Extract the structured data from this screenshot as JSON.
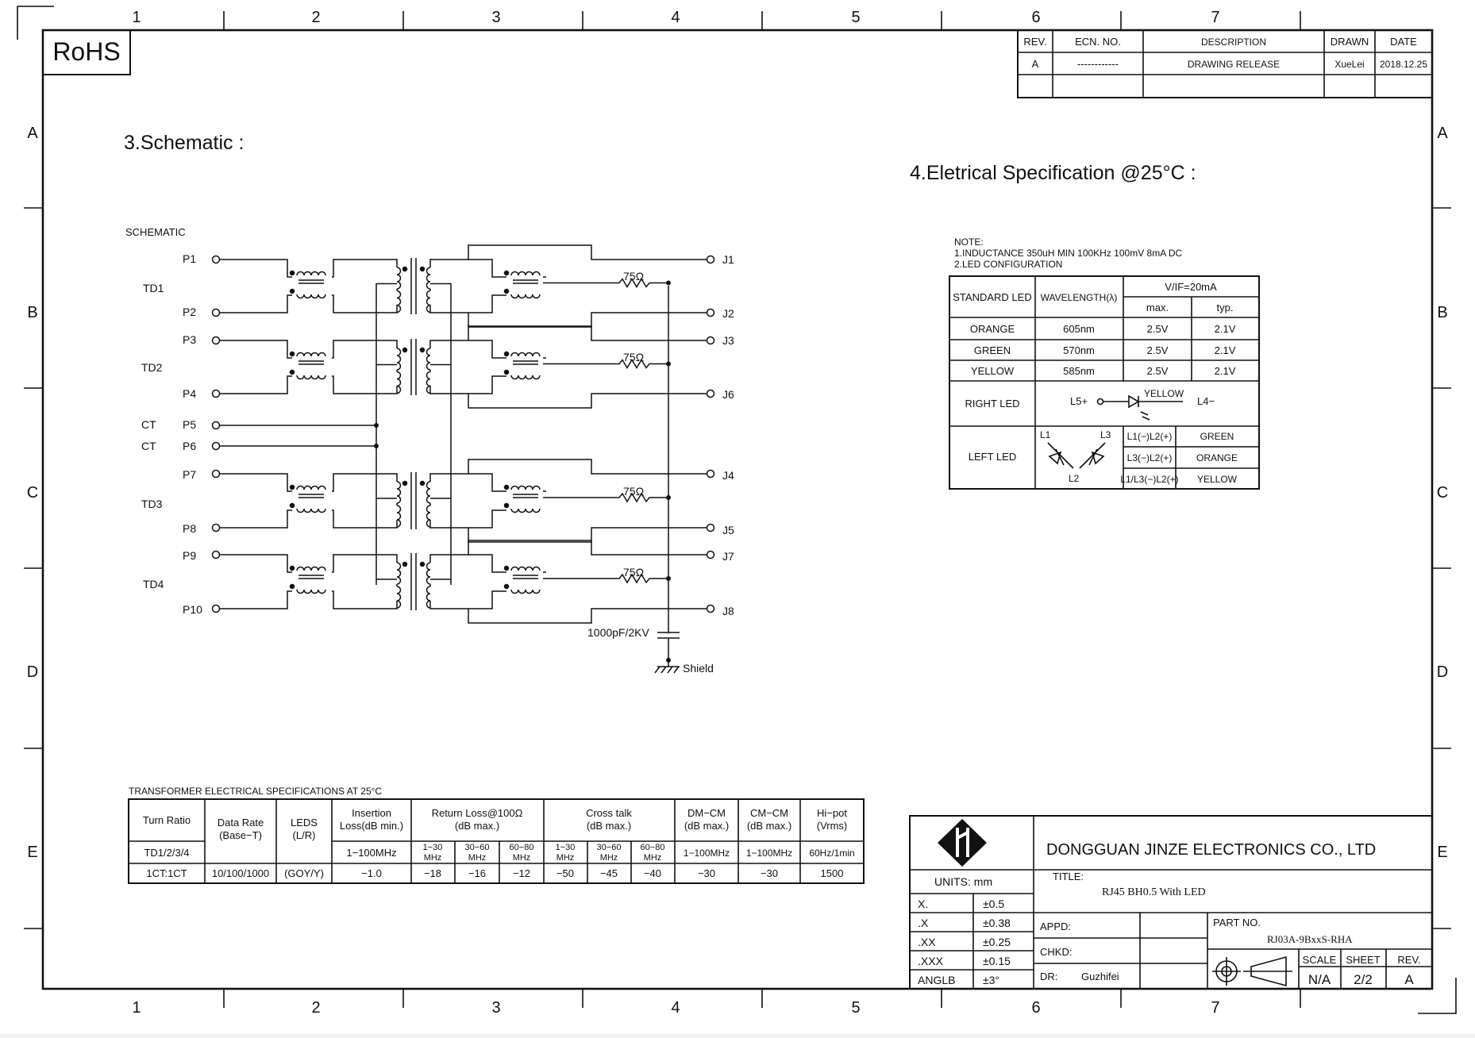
{
  "rohs": "RoHS",
  "grid": {
    "cols": [
      "1",
      "2",
      "3",
      "4",
      "5",
      "6",
      "7"
    ],
    "rows": [
      "A",
      "B",
      "C",
      "D",
      "E"
    ]
  },
  "revision_table": {
    "headers": [
      "REV.",
      "ECN. NO.",
      "DESCRIPTION",
      "DRAWN",
      "DATE"
    ],
    "row": [
      "A",
      "------------",
      "DRAWING RELEASE",
      "XueLei",
      "2018.12.25"
    ]
  },
  "schematic": {
    "heading": "3.Schematic :",
    "label": "SCHEMATIC",
    "td_labels": [
      "TD1",
      "TD2",
      "TD3",
      "TD4"
    ],
    "ct_labels": [
      "CT",
      "CT"
    ],
    "pins_left": [
      "P1",
      "P2",
      "P3",
      "P4",
      "P5",
      "P6",
      "P7",
      "P8",
      "P9",
      "P10"
    ],
    "pins_right": [
      "J1",
      "J2",
      "J3",
      "J6",
      "J4",
      "J5",
      "J7",
      "J8"
    ],
    "resistor": "75Ω",
    "capacitor": "1000pF/2KV",
    "shield": "Shield"
  },
  "spec": {
    "heading": "4.Eletrical Specification @25°C :",
    "note_title": "NOTE:",
    "note_1": "1.INDUCTANCE  350uH  MIN  100KHz  100mV  8mA  DC",
    "note_2": "2.LED  CONFIGURATION",
    "led_table": {
      "col_standard": "STANDARD  LED",
      "col_wavelength": "WAVELENGTH(λ)",
      "col_vif": "V/IF=20mA",
      "col_max": "max.",
      "col_typ": "typ.",
      "rows": [
        {
          "name": "ORANGE",
          "wl": "605nm",
          "max": "2.5V",
          "typ": "2.1V"
        },
        {
          "name": "GREEN",
          "wl": "570nm",
          "max": "2.5V",
          "typ": "2.1V"
        },
        {
          "name": "YELLOW",
          "wl": "585nm",
          "max": "2.5V",
          "typ": "2.1V"
        }
      ],
      "right_led": "RIGHT  LED",
      "right_l5": "L5+",
      "right_yellow": "YELLOW",
      "right_l4": "L4−",
      "left_led": "LEFT  LED",
      "left_l1": "L1",
      "left_l3": "L3",
      "left_l2": "L2",
      "left_rows": [
        {
          "pins": "L1(−)L2(+)",
          "color": "GREEN"
        },
        {
          "pins": "L3(−)L2(+)",
          "color": "ORANGE"
        },
        {
          "pins": "L1/L3(−)L2(+)",
          "color": "YELLOW"
        }
      ]
    }
  },
  "transformer_table": {
    "title": "TRANSFORMER  ELECTRICAL  SPECIFICATIONS  AT  25°C",
    "h_turn": "Turn  Ratio",
    "h_rate_1": "Data  Rate",
    "h_rate_2": "(Base−T)",
    "h_leds_1": "LEDS",
    "h_leds_2": "(L/R)",
    "h_ins_1": "Insertion",
    "h_ins_2": "Loss(dB  min.)",
    "h_rl_1": "Return  Loss@100Ω",
    "h_rl_2": "(dB  max.)",
    "h_ct_1": "Cross  talk",
    "h_ct_2": "(dB  max.)",
    "h_dm_1": "DM−CM",
    "h_dm_2": "(dB  max.)",
    "h_cm_1": "CM−CM",
    "h_cm_2": "(dB  max.)",
    "h_hipot_1": "Hi−pot",
    "h_hipot_2": "(Vrms)",
    "sub_turn": "TD1/2/3/4",
    "sub_ins": "1−100MHz",
    "sub_freqs": [
      [
        "1−30",
        "MHz"
      ],
      [
        "30−60",
        "MHz"
      ],
      [
        "60−80",
        "MHz"
      ],
      [
        "1−30",
        "MHz"
      ],
      [
        "30−60",
        "MHz"
      ],
      [
        "60−80",
        "MHz"
      ]
    ],
    "sub_dm": "1−100MHz",
    "sub_cm": "1−100MHz",
    "sub_hipot": "60Hz/1min",
    "values": [
      "1CT:1CT",
      "10/100/1000",
      "(GOY/Y)",
      "−1.0",
      "−18",
      "−16",
      "−12",
      "−50",
      "−45",
      "−40",
      "−30",
      "−30",
      "1500"
    ]
  },
  "title_block": {
    "company": "DONGGUAN  JINZE  ELECTRONICS  CO.,  LTD",
    "units": "UNITS:  mm",
    "title_label": "TITLE:",
    "title_value": "RJ45 BH0.5 With LED",
    "tolerances": [
      {
        "k": "X.",
        "v": "±0.5"
      },
      {
        "k": ".X",
        "v": "±0.38"
      },
      {
        "k": ".XX",
        "v": "±0.25"
      },
      {
        "k": ".XXX",
        "v": "±0.15"
      },
      {
        "k": "ANGLB",
        "v": "±3°"
      }
    ],
    "appd": "APPD:",
    "chkd": "CHKD:",
    "dr": "DR:",
    "dr_name": "Guzhifei",
    "part_no_label": "PART  NO.",
    "part_no": "RJ03A-9BxxS-RHA",
    "scale_label": "SCALE",
    "sheet_label": "SHEET",
    "rev_label": "REV.",
    "scale": "N/A",
    "sheet": "2/2",
    "rev": "A"
  }
}
